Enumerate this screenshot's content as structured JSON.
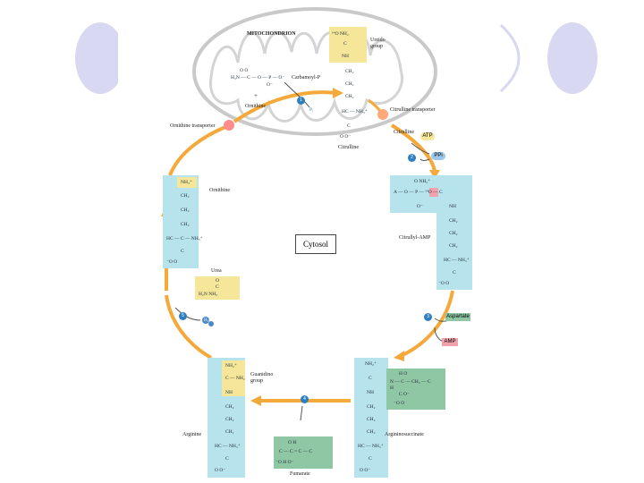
{
  "labels": {
    "mitochondrion": "MITOCHONDRION",
    "ureido_group": "Ureido group",
    "carbamoyl_p": "Carbamoyl-P",
    "ornithine_top": "Ornithine",
    "citrulline_top": "Citrulline",
    "citrulline_transporter": "Citrulline transporter",
    "ornithine_transporter": "Ornithine transporter",
    "citrulline_cytosol": "Citrulline",
    "atp": "ATP",
    "ppi": "PPi",
    "citrullyl_amp": "Citrullyl-AMP",
    "ornithine_left": "Ornithine",
    "cytosol": "Cytosol",
    "urea": "Urea",
    "h2o": "H₂O",
    "aspartate": "Aspartate",
    "amp": "AMP",
    "guanidino_group": "Guanidino group",
    "arginine": "Arginine",
    "argininosuccinate": "Argininosuccinate",
    "fumarate": "Fumarate"
  },
  "steps": [
    "1",
    "2",
    "3",
    "4",
    "5"
  ],
  "chem": {
    "carbamoyl_formula": "H₂N — C — O — P — O⁻",
    "carbamoyl_o_top": "O       O",
    "carbamoyl_o_bot": "O⁻",
    "plus": "+",
    "pi": "Pᵢ",
    "ureido_top": "¹⁴O      NH₂",
    "ureido_c": "C",
    "ureido_nh": "NH",
    "citrulline_chain": [
      "CH₂",
      "CH₂",
      "CH₂",
      "HC — NH₃⁺",
      "C",
      "O       O⁻"
    ],
    "ornithine_chain": [
      "NH₃⁺",
      "CH₂",
      "CH₂",
      "CH₂",
      "HC — C — NH₃⁺",
      "C",
      "⁻O       O"
    ],
    "citrullyl_top": "O      NH₂⁺",
    "citrullyl_mid": "A — O — P — ¹⁴O — C",
    "citrullyl_o": "O⁻",
    "citrullyl_chain": [
      "NH",
      "CH₂",
      "CH₂",
      "CH₂",
      "HC — NH₃⁺",
      "C",
      "⁻O       O"
    ],
    "urea_top": "O",
    "urea_c": "C",
    "urea_bot": "H₂N       NH₂",
    "arginine_top": "NH₂⁺",
    "arginine_c": "C — NH₂",
    "arginine_chain": [
      "NH",
      "CH₂",
      "CH₂",
      "CH₂",
      "HC — NH₃⁺",
      "C",
      "O       O⁻"
    ],
    "argsucc_top": "NH₂⁺",
    "argsucc_mid": "C",
    "argsucc_chain": [
      "NH",
      "CH₂",
      "CH₂",
      "CH₂",
      "HC — NH₃⁺",
      "C",
      "O       O⁻"
    ],
    "succ_top": "H              O",
    "succ_mid": "N — C — CH₂ — C",
    "succ_h": "H",
    "succ_bot": "C          O⁻",
    "succ_o": "⁻O       O",
    "fumarate_top": "O      H",
    "fumarate_mid": "C — C = C — C",
    "fumarate_bot": "⁻O        H       O⁻"
  },
  "colors": {
    "bullet_fill": "#d8d8f2",
    "mito_outline": "#c9c9c9",
    "arrow": "#f4a93a",
    "cyan_box": "#b7e3ec",
    "yellow_box": "#f6e69a",
    "green_box": "#8fc7a4",
    "step_circle": "#2f7fc0",
    "transporter_left": "#ff8c8c",
    "transporter_right": "#ffa97a"
  }
}
